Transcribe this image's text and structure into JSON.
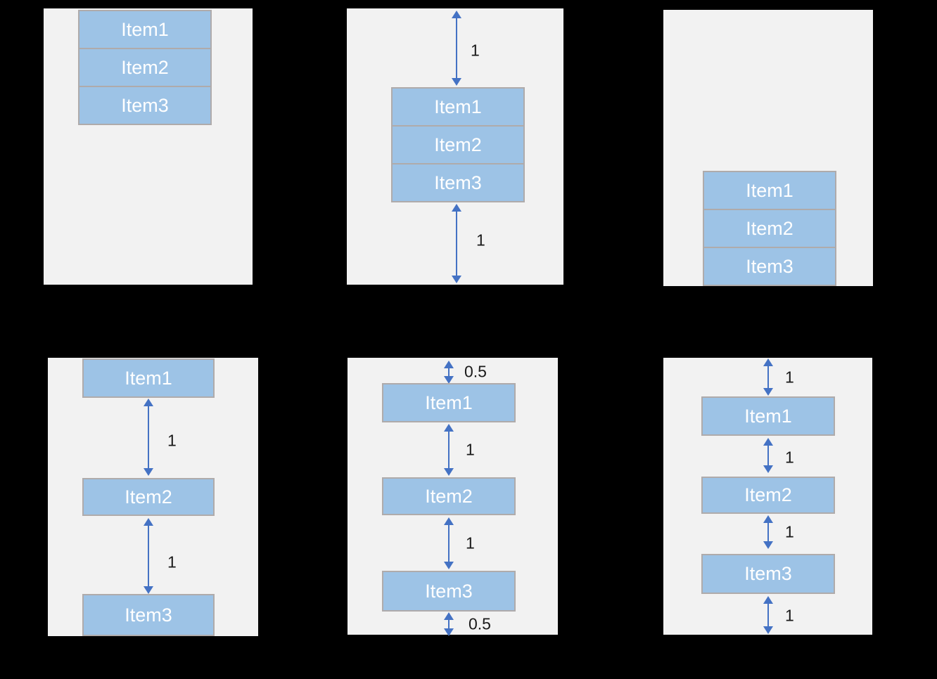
{
  "colors": {
    "panel_bg": "#f2f2f2",
    "item_fill": "#9dc3e6",
    "item_border": "#afabab",
    "arrow": "#4472c4",
    "item_text": "#ffffff",
    "label_text": "#1a1a1a",
    "canvas_bg": "#000000"
  },
  "panels": [
    {
      "position": "top-left",
      "items": [
        "Item1",
        "Item2",
        "Item3"
      ],
      "gap_labels": []
    },
    {
      "position": "top-center",
      "items": [
        "Item1",
        "Item2",
        "Item3"
      ],
      "gap_labels": [
        "1",
        "1"
      ]
    },
    {
      "position": "top-right",
      "items": [
        "Item1",
        "Item2",
        "Item3"
      ],
      "gap_labels": []
    },
    {
      "position": "bottom-left",
      "items": [
        "Item1",
        "Item2",
        "Item3"
      ],
      "gap_labels": [
        "1",
        "1"
      ]
    },
    {
      "position": "bottom-center",
      "items": [
        "Item1",
        "Item2",
        "Item3"
      ],
      "gap_labels": [
        "0.5",
        "1",
        "1",
        "0.5"
      ]
    },
    {
      "position": "bottom-right",
      "items": [
        "Item1",
        "Item2",
        "Item3"
      ],
      "gap_labels": [
        "1",
        "1",
        "1",
        "1"
      ]
    }
  ]
}
